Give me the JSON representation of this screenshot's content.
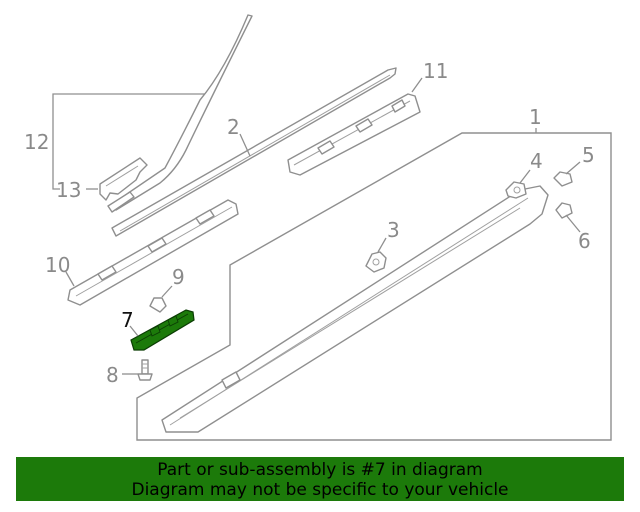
{
  "callouts": {
    "c1": "1",
    "c2": "2",
    "c3": "3",
    "c4": "4",
    "c5": "5",
    "c6": "6",
    "c7": "7",
    "c8": "8",
    "c9": "9",
    "c10": "10",
    "c11": "11",
    "c12": "12",
    "c13": "13"
  },
  "highlight_color": "#1c7a0a",
  "banner": {
    "line1": "Part or sub-assembly is #7 in diagram",
    "line2": "Diagram may not be specific to your vehicle"
  }
}
